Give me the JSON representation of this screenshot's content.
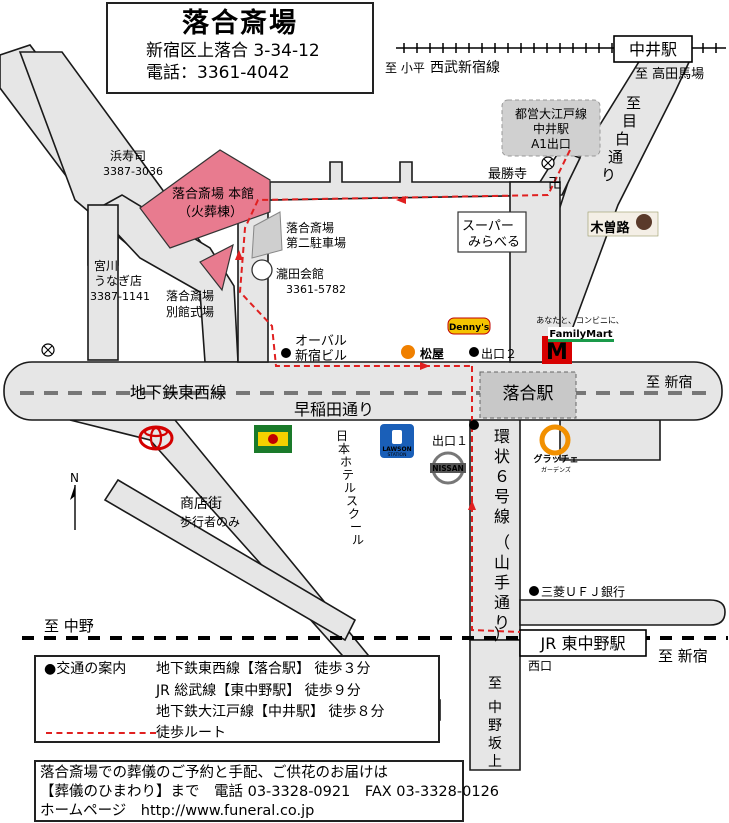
{
  "header": {
    "title": "落合斎場",
    "address": "新宿区上落合 3-34-12",
    "phone": "電話：3361-4042"
  },
  "stations": {
    "nakai": "中井駅",
    "ochiai": "落合駅",
    "higashi_nakano": "JR 東中野駅",
    "higashi_nakano_exit": "西口",
    "oedo_exit": [
      "都営大江戸線",
      "中井駅",
      "A1出口"
    ],
    "exit1": "出口１",
    "exit2": "出口２"
  },
  "railways": {
    "seibu": "西武新宿線",
    "to_kodaira": "至 小平",
    "to_takadanobaba": "至 高田馬場",
    "to_nakano": "至 中野",
    "to_shinjuku_jr": "至 新宿"
  },
  "roads": {
    "tozai_line": "地下鉄東西線",
    "waseda_dori": "早稲田通り",
    "to_shinjuku": "至 新宿",
    "yamate": [
      "環",
      "状",
      "６",
      "号",
      "線"
    ],
    "yamate_paren": [
      "（",
      "山",
      "手",
      "通",
      "り",
      "）"
    ],
    "mejiro": [
      "至",
      "目",
      "白",
      "通",
      "り"
    ],
    "nakano_zaka": [
      "至",
      "中",
      "野",
      "坂",
      "上"
    ]
  },
  "places": {
    "main_hall": [
      "落合斎場  本館",
      "（火葬棟）"
    ],
    "annex": [
      "落合斎場",
      "別館式場"
    ],
    "parking": [
      "落合斎場",
      "第二駐車場"
    ],
    "takita": [
      "瀧田会館",
      "3361-5782"
    ],
    "hamazushi": [
      "浜寿司",
      "3387-3036"
    ],
    "miyagawa": [
      "宮川",
      "うなぎ店",
      "3387-1141"
    ],
    "saishoji": "最勝寺",
    "supermarket": [
      "スーパー",
      "みらべる"
    ],
    "orbal": [
      "オーバル",
      "新宿ビル"
    ],
    "shotengai": "商店街",
    "pedestrian": "歩行者のみ",
    "hotel_school": [
      "日",
      "本",
      "ホ",
      "テ",
      "ル",
      "ス",
      "ク",
      "ー",
      "ル"
    ],
    "mufg": "三菱ＵＦＪ銀行",
    "north": "N"
  },
  "logos": {
    "dennys": "Denny's",
    "matsuya": "松屋",
    "mcdonalds": "M",
    "familymart": "FamilyMart",
    "familymart_tag": "あなたと、コンビニに、",
    "lawson": "LAWSON",
    "lawson_sub": "STATION",
    "nissan": "NISSAN",
    "gracia": "グラッチェ",
    "gracia_sub": "ガーデンズ",
    "kisoji": "木曽路"
  },
  "legend": {
    "header": "●交通の案内",
    "line1": "地下鉄東西線【落合駅】 徒歩３分",
    "line2": "JR 総武線【東中野駅】 徒歩９分",
    "line3": "地下鉄大江戸線【中井駅】 徒歩８分",
    "route": "徒歩ルート"
  },
  "footer": {
    "line1": "落合斎場での葬儀のご予約と手配、ご供花のお届けは",
    "line2": "【葬儀のひまわり】まで　電話 03-3328-0921　FAX 03-3328-0126",
    "line3": "ホームページ　http://www.funeral.co.jp"
  },
  "colors": {
    "route": "#e02020",
    "main_hall": "#e87b8f",
    "road_fill": "#e6e6e6",
    "station_fill": "#c8c8c8"
  }
}
